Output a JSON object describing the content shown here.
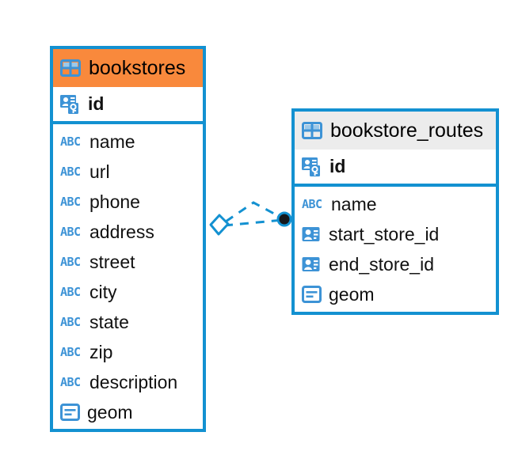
{
  "diagram": {
    "type": "entity-relationship-diagram",
    "background": "#ffffff",
    "accent_blue": "#1391D1",
    "icon_blue": "#3D93D6"
  },
  "entities": [
    {
      "name": "bookstores",
      "header_color": "#F9893C",
      "header_style": "accent-orange",
      "table_icon": "table-icon",
      "primary_key": {
        "label": "id",
        "icon": "primary-key-icon"
      },
      "fields": [
        {
          "label": "name",
          "icon": "text-type-icon",
          "icon_text": "ABC"
        },
        {
          "label": "url",
          "icon": "text-type-icon",
          "icon_text": "ABC"
        },
        {
          "label": "phone",
          "icon": "text-type-icon",
          "icon_text": "ABC"
        },
        {
          "label": "address",
          "icon": "text-type-icon",
          "icon_text": "ABC"
        },
        {
          "label": "street",
          "icon": "text-type-icon",
          "icon_text": "ABC"
        },
        {
          "label": "city",
          "icon": "text-type-icon",
          "icon_text": "ABC"
        },
        {
          "label": "state",
          "icon": "text-type-icon",
          "icon_text": "ABC"
        },
        {
          "label": "zip",
          "icon": "text-type-icon",
          "icon_text": "ABC"
        },
        {
          "label": "description",
          "icon": "text-type-icon",
          "icon_text": "ABC"
        },
        {
          "label": "geom",
          "icon": "geometry-type-icon",
          "icon_text": ""
        }
      ]
    },
    {
      "name": "bookstore_routes",
      "header_color": "#ECECEC",
      "header_style": "accent-gray",
      "table_icon": "table-icon",
      "primary_key": {
        "label": "id",
        "icon": "primary-key-icon"
      },
      "fields": [
        {
          "label": "name",
          "icon": "text-type-icon",
          "icon_text": "ABC"
        },
        {
          "label": "start_store_id",
          "icon": "foreign-key-icon",
          "icon_text": ""
        },
        {
          "label": "end_store_id",
          "icon": "foreign-key-icon",
          "icon_text": ""
        },
        {
          "label": "geom",
          "icon": "geometry-type-icon",
          "icon_text": ""
        }
      ]
    }
  ],
  "relationship": {
    "style": "dashed",
    "color": "#1391D1",
    "source_marker": "diamond-marker",
    "target_marker": "filled-circle-marker"
  }
}
